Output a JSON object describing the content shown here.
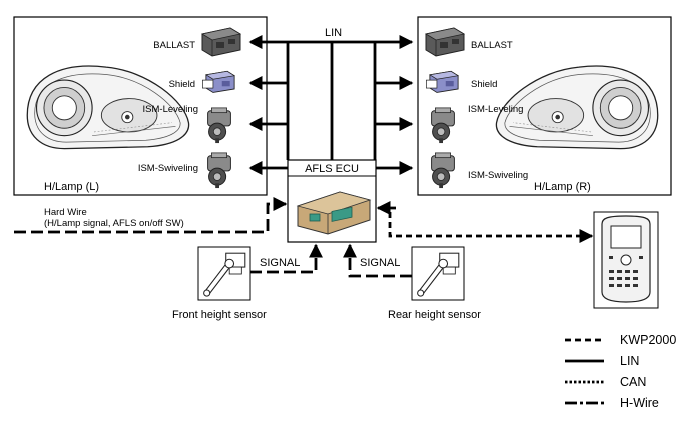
{
  "bus": {
    "lin_label": "LIN"
  },
  "left_lamp": {
    "label": "H/Lamp (L)",
    "components": [
      "BALLAST",
      "Shield",
      "ISM-Leveling",
      "ISM-Swiveling"
    ]
  },
  "right_lamp": {
    "label": "H/Lamp (R)",
    "components": [
      "BALLAST",
      "Shield",
      "ISM-Leveling",
      "ISM-Swiveling"
    ]
  },
  "ecu": {
    "label": "AFLS ECU"
  },
  "hard_wire": {
    "line1": "Hard Wire",
    "line2": "(H/Lamp signal, AFLS on/off SW)"
  },
  "sensors": {
    "front": {
      "label": "Front height sensor",
      "signal": "SIGNAL"
    },
    "rear": {
      "label": "Rear height sensor",
      "signal": "SIGNAL"
    }
  },
  "legend": [
    {
      "style": "kwp2000",
      "label": "KWP2000"
    },
    {
      "style": "lin",
      "label": "LIN"
    },
    {
      "style": "can",
      "label": "CAN"
    },
    {
      "style": "hwire",
      "label": "H-Wire"
    }
  ],
  "colors": {
    "ecu_body": "#c8a878",
    "ecu_connector": "#3a9a86",
    "shield_module": "#8b8fc9"
  }
}
